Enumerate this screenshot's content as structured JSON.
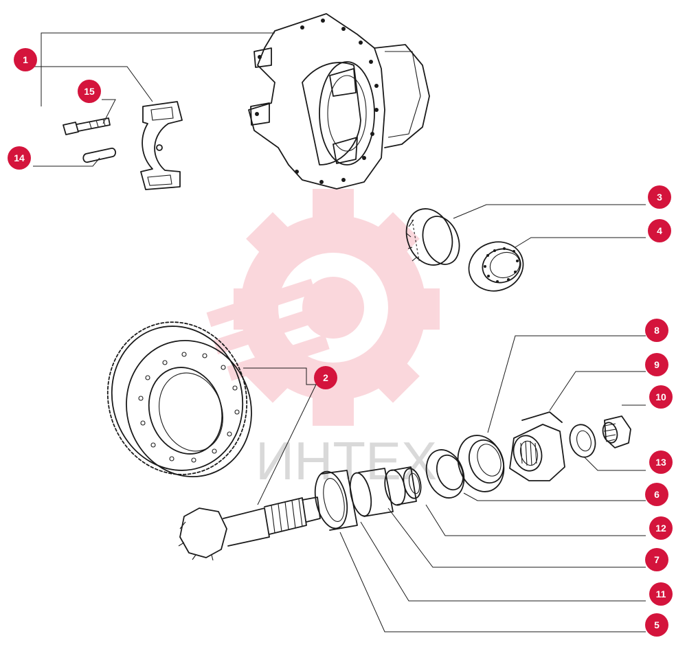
{
  "watermark": {
    "text": "ИНТЕХ",
    "color": "#f6b8c1"
  },
  "colors": {
    "callout": "#d4143c",
    "ink": "#1a1a1a"
  },
  "callouts": [
    {
      "id": "1",
      "label": "1"
    },
    {
      "id": "15",
      "label": "15"
    },
    {
      "id": "14",
      "label": "14"
    },
    {
      "id": "3",
      "label": "3"
    },
    {
      "id": "4",
      "label": "4"
    },
    {
      "id": "2",
      "label": "2"
    },
    {
      "id": "8",
      "label": "8"
    },
    {
      "id": "9",
      "label": "9"
    },
    {
      "id": "10",
      "label": "10"
    },
    {
      "id": "13",
      "label": "13"
    },
    {
      "id": "6",
      "label": "6"
    },
    {
      "id": "12",
      "label": "12"
    },
    {
      "id": "7",
      "label": "7"
    },
    {
      "id": "11",
      "label": "11"
    },
    {
      "id": "5",
      "label": "5"
    }
  ]
}
